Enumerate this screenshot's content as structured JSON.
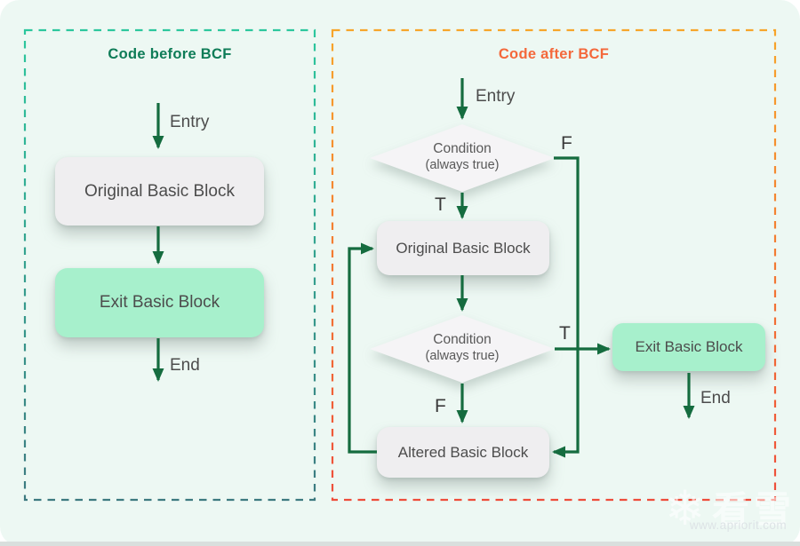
{
  "before_panel": {
    "title": "Code before BCF",
    "entry_label": "Entry",
    "end_label": "End",
    "original_block": "Original Basic Block",
    "exit_block": "Exit Basic Block"
  },
  "after_panel": {
    "title": "Code after BCF",
    "entry_label": "Entry",
    "end_label": "End",
    "condition1_line1": "Condition",
    "condition1_line2": "(always true)",
    "condition2_line1": "Condition",
    "condition2_line2": "(always true)",
    "true_label_1": "T",
    "false_label_1": "F",
    "true_label_2": "T",
    "false_label_2": "F",
    "original_block": "Original Basic Block",
    "altered_block": "Altered Basic Block",
    "exit_block": "Exit Basic Block"
  },
  "watermark": {
    "logo_text": "看雪",
    "snowflake_icon": "❄",
    "url": "www.apriorit.com"
  },
  "colors": {
    "card_background": "#edf8f3",
    "before_border_top": "#2cc79d",
    "before_border_bottom": "#3d7a80",
    "after_border_top": "#f7a52a",
    "after_border_bottom": "#ee4d3b",
    "before_title": "#0e7c57",
    "after_title": "#f4683b",
    "arrow_green": "#156c3f",
    "block_gray": "#efeef0",
    "block_green": "#a7f0cc",
    "diamond_fill": "#f5f4f6",
    "text_dark": "#4c4c4c"
  }
}
